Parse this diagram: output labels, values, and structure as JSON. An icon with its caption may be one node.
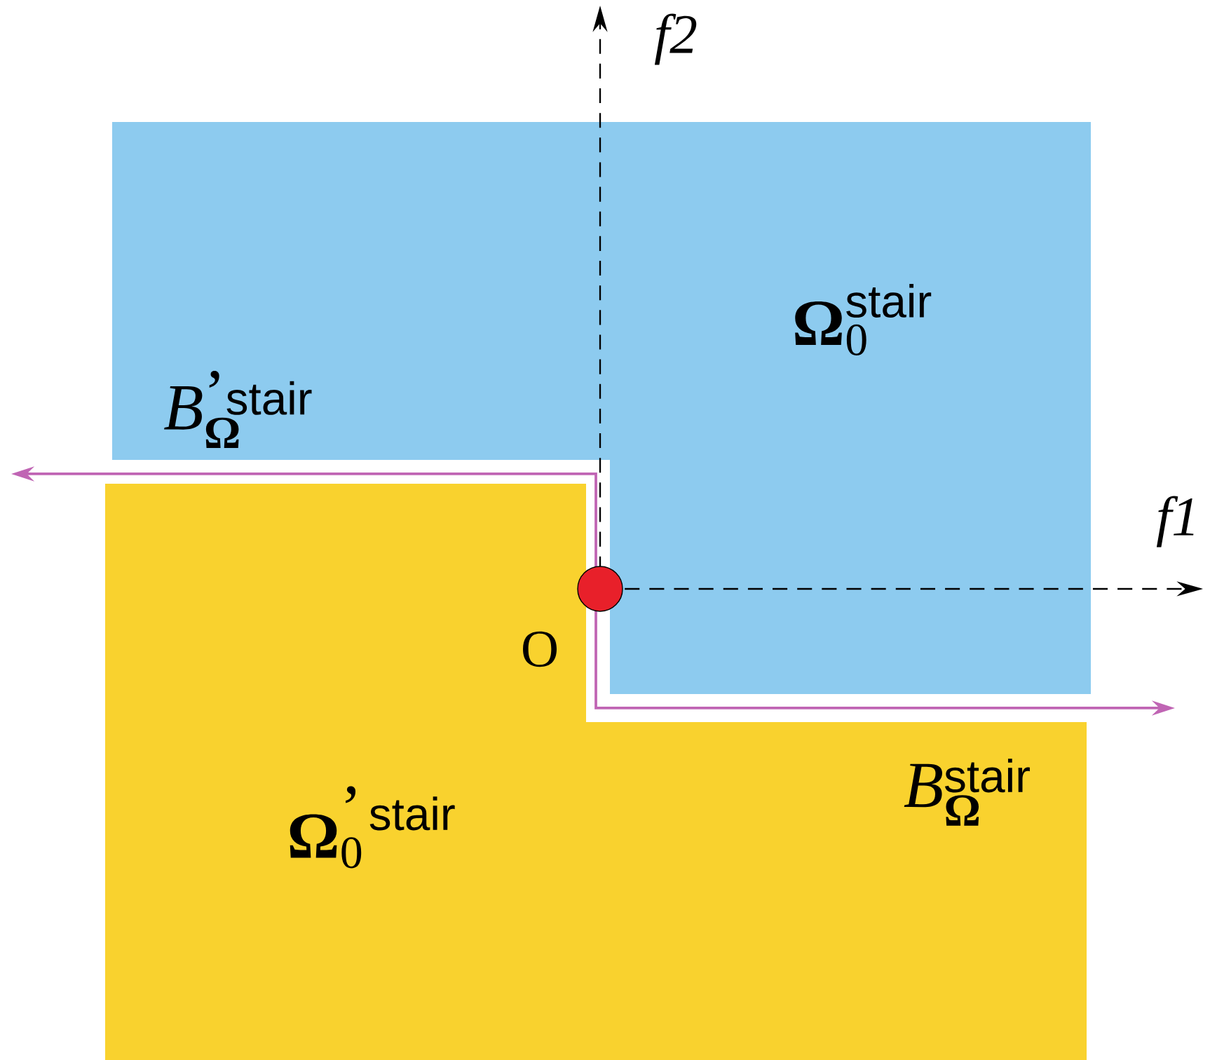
{
  "diagram": {
    "nodes": [
      {
        "text": [
          "\\mathbf{\\Omega}_{0}^{\\mathsf{stair}}"
        ]
      },
      {
        "text": [
          "\\mathbf{\\Omega}_{0}^{\\mbox{’}\\,\\mathsf{stair}}"
        ]
      }
    ],
    "labels": [
      "f2",
      "B_{\\mathbf{\\Omega}}^{\\mbox{’}\\mathsf{stair}}",
      "f1",
      "O",
      "B_{\\mathbf{\\Omega}}^{\\mathsf{stair}}"
    ]
  }
}
